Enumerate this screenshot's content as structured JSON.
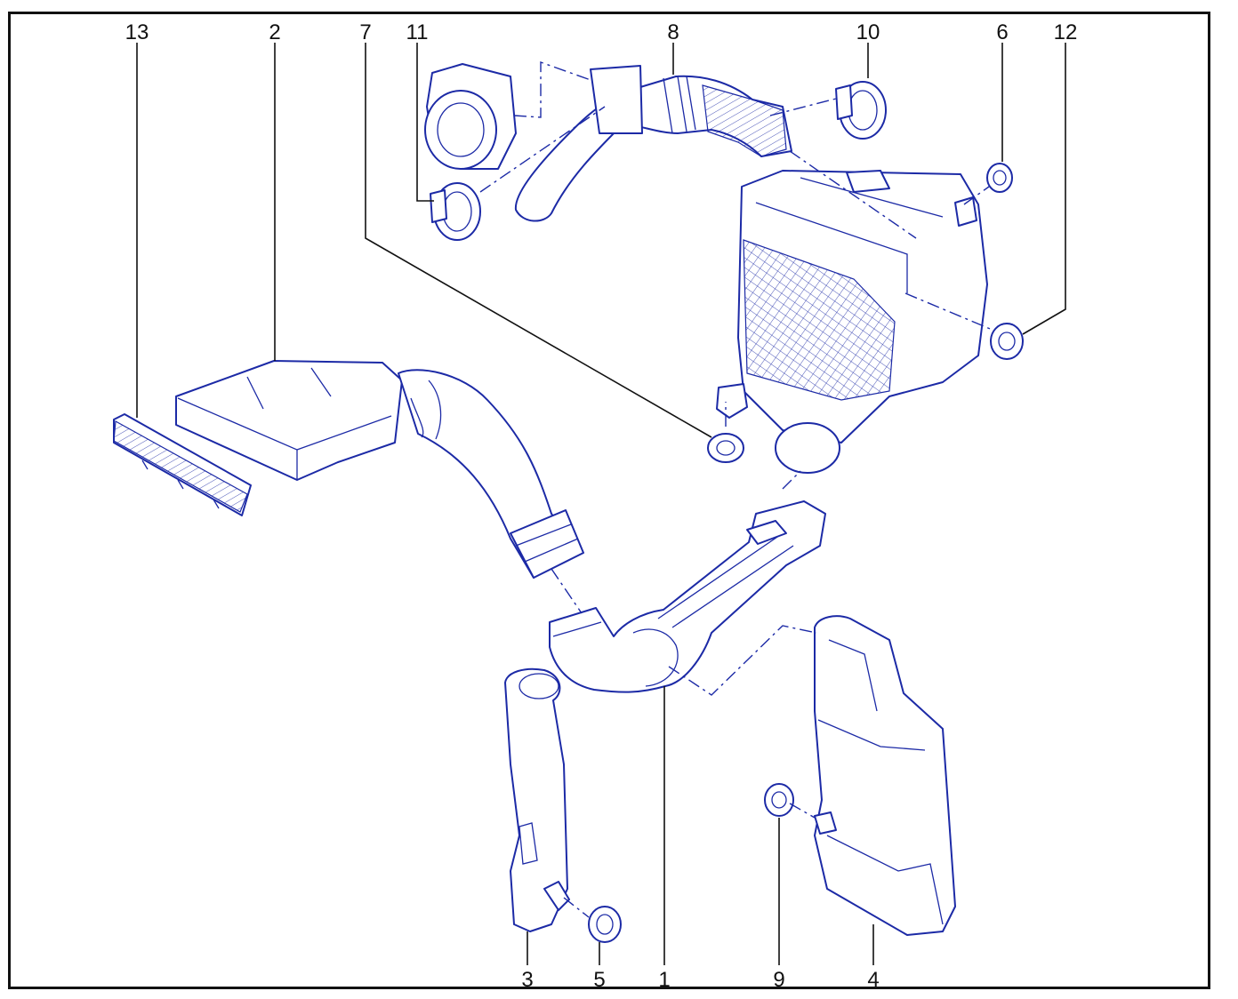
{
  "figure": {
    "line_color": "#1c2aa6",
    "frame_color": "#111111"
  },
  "callouts": [
    {
      "id": "13",
      "label": "13"
    },
    {
      "id": "2",
      "label": "2"
    },
    {
      "id": "7",
      "label": "7"
    },
    {
      "id": "11",
      "label": "11"
    },
    {
      "id": "8",
      "label": "8"
    },
    {
      "id": "10",
      "label": "10"
    },
    {
      "id": "6",
      "label": "6"
    },
    {
      "id": "12",
      "label": "12"
    },
    {
      "id": "3",
      "label": "3"
    },
    {
      "id": "5",
      "label": "5"
    },
    {
      "id": "1",
      "label": "1"
    },
    {
      "id": "9",
      "label": "9"
    },
    {
      "id": "4",
      "label": "4"
    }
  ]
}
